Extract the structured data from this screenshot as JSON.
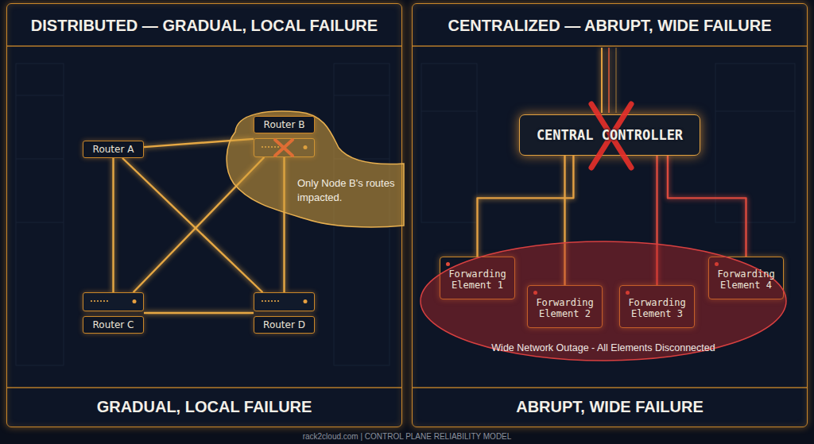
{
  "diagram": {
    "caption": "rack2cloud.com | CONTROL PLANE RELIABILITY MODEL",
    "nodes": [
      {
        "text": [
          "DISTRIBUTED — GRADUAL, LOCAL FAILURE",
          "GRADUAL, LOCAL FAILURE"
        ]
      },
      {
        "text": [
          "Router A"
        ],
        "in": 0
      },
      {
        "text": [
          "Only Node B's routes impacted."
        ],
        "in": 0
      },
      {
        "text": [
          "Router B"
        ],
        "in": 2
      },
      {
        "text": [
          "Router C"
        ],
        "in": 0
      },
      {
        "text": [
          "Router D"
        ],
        "in": 0
      },
      {
        "text": [
          "CENTRALIZED — ABRUPT, WIDE FAILURE",
          "ABRUPT, WIDE FAILURE"
        ]
      },
      {
        "text": [
          "CENTRAL CONTROLLER"
        ],
        "in": 6
      },
      {
        "text": [
          "Wide Network Outage - All Elements Disconnected"
        ],
        "in": 6
      },
      {
        "text": [
          "Forwarding Element 1"
        ],
        "in": 8
      },
      {
        "text": [
          "Forwarding Element 2"
        ],
        "in": 8
      },
      {
        "text": [
          "Forwarding Element 3"
        ],
        "in": 8
      },
      {
        "text": [
          "Forwarding Element 4"
        ],
        "in": 8
      }
    ],
    "edges": [
      {
        "from": 1,
        "to": 3,
        "arrow": "none"
      },
      {
        "from": 1,
        "to": 4,
        "arrow": "none"
      },
      {
        "from": 1,
        "to": 5,
        "arrow": "none"
      },
      {
        "from": 3,
        "to": 4,
        "arrow": "none"
      },
      {
        "from": 3,
        "to": 5,
        "arrow": "none"
      },
      {
        "from": 4,
        "to": 5,
        "arrow": "none"
      },
      {
        "from": 7,
        "to": 9,
        "arrow": "none"
      },
      {
        "from": 7,
        "to": 10,
        "arrow": "none"
      },
      {
        "from": 7,
        "to": 11,
        "arrow": "none"
      },
      {
        "from": 7,
        "to": 12,
        "arrow": "none"
      }
    ]
  }
}
